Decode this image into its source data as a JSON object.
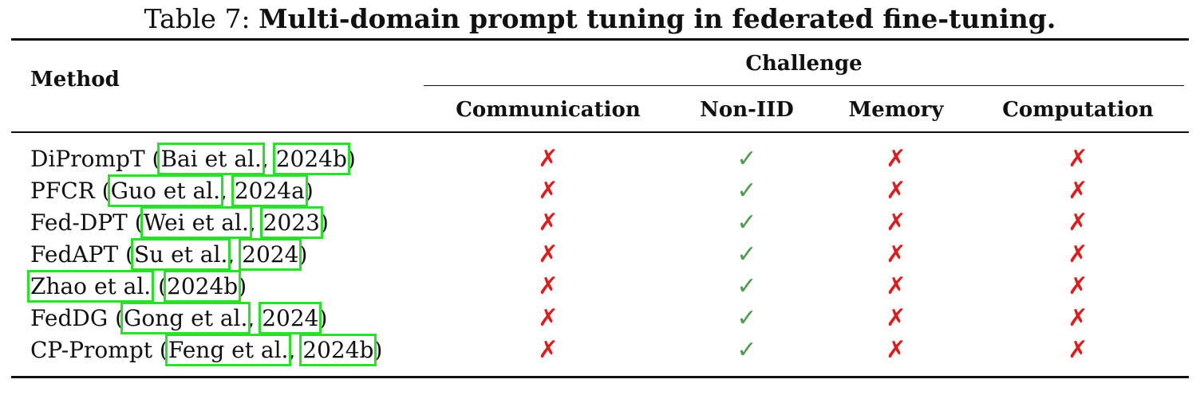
{
  "caption": {
    "label": "Table 7:",
    "title": "Multi-domain prompt tuning in federated fine-tuning."
  },
  "header": {
    "method": "Method",
    "group": "Challenge",
    "columns": [
      "Communication",
      "Non-IID",
      "Memory",
      "Computation"
    ]
  },
  "colors": {
    "cross": "#e11b1b",
    "check": "#4a9e4a",
    "citation_box": "#27e327"
  },
  "symbols": {
    "cross": "✗",
    "check": "✓"
  },
  "rows": [
    {
      "name": "DiPrompT",
      "author": "Bai et al.",
      "year": "2024b",
      "marks": [
        "cross",
        "check",
        "cross",
        "cross"
      ]
    },
    {
      "name": "PFCR",
      "author": "Guo et al.",
      "year": "2024a",
      "marks": [
        "cross",
        "check",
        "cross",
        "cross"
      ]
    },
    {
      "name": "Fed-DPT",
      "author": "Wei et al.",
      "year": "2023",
      "marks": [
        "cross",
        "check",
        "cross",
        "cross"
      ]
    },
    {
      "name": "FedAPT",
      "author": "Su et al.",
      "year": "2024",
      "marks": [
        "cross",
        "check",
        "cross",
        "cross"
      ]
    },
    {
      "name": "",
      "author": "Zhao et al.",
      "year": "2024b",
      "marks": [
        "cross",
        "check",
        "cross",
        "cross"
      ]
    },
    {
      "name": "FedDG",
      "author": "Gong et al.",
      "year": "2024",
      "marks": [
        "cross",
        "check",
        "cross",
        "cross"
      ]
    },
    {
      "name": "CP-Prompt",
      "author": "Feng et al.",
      "year": "2024b",
      "marks": [
        "cross",
        "check",
        "cross",
        "cross"
      ]
    }
  ]
}
